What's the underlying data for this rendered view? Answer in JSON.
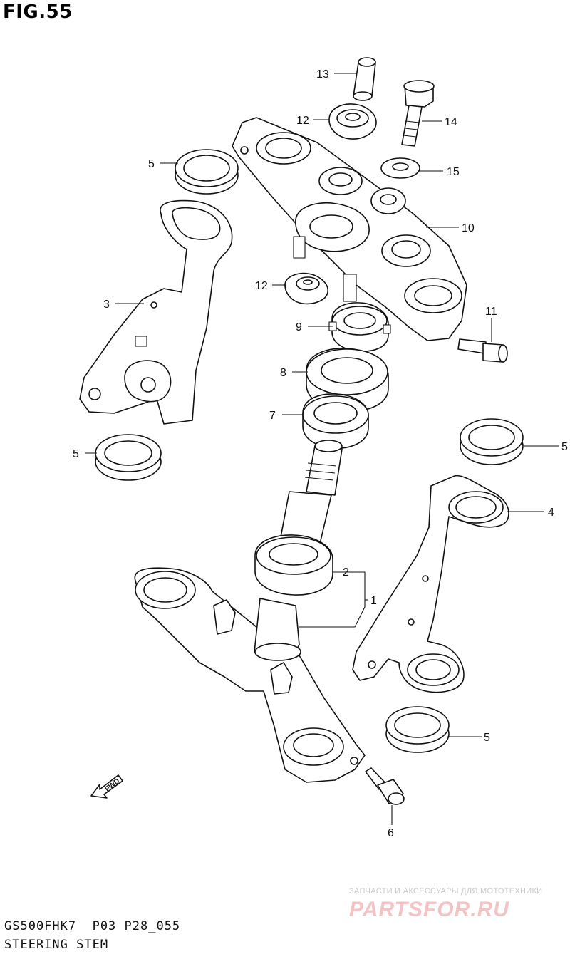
{
  "figure": {
    "title": "FIG.55"
  },
  "callouts": {
    "c13": "13",
    "c12a": "12",
    "c14": "14",
    "c5a": "5",
    "c15": "15",
    "c10": "10",
    "c3": "3",
    "c12b": "12",
    "c11": "11",
    "c9": "9",
    "c8": "8",
    "c7": "7",
    "c5b": "5",
    "c5c": "5",
    "c4": "4",
    "c2": "2",
    "c1": "1",
    "c5d": "5",
    "c6": "6"
  },
  "fwd_label": "FWD",
  "footer": {
    "code": "GS500FHK7  P03 P28_055",
    "name": "STEERING STEM"
  },
  "watermark": {
    "tagline": "ЗАПЧАСТИ И АКСЕССУАРЫ ДЛЯ МОТОТЕХНИКИ",
    "logo": "PARTSFOR.RU",
    "logo_color": "#f3c4c4"
  }
}
